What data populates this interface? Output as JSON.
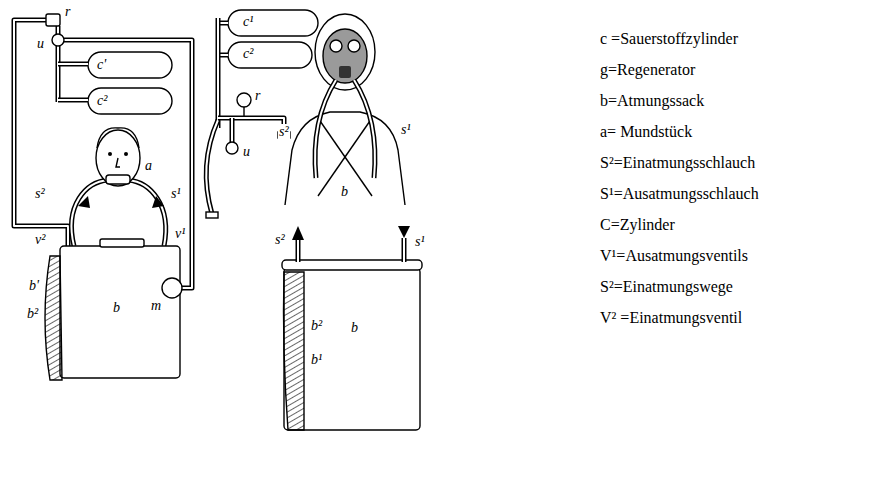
{
  "diagram": {
    "labels": [
      "c =Sauerstoffzylinder",
      "g=Regenerator",
      "b=Atmungssack",
      "a= Mundstück",
      "S²=Einatmungsschlauch",
      "S¹=Ausatmungsschlauch",
      "C=Zylinder",
      "V¹=Ausatmungsventils",
      "S²=Einatmungswege",
      "V² =Einatmungsventil",
      "r",
      "u",
      "c'",
      "c²",
      "s²",
      "a",
      "s¹",
      "v²",
      "v¹",
      "b",
      "b'",
      "b²",
      "m",
      "c¹",
      "c²",
      "r",
      "u",
      "s²",
      "s¹",
      "b",
      "s²",
      "s¹",
      "b²",
      "b¹",
      "b"
    ]
  }
}
